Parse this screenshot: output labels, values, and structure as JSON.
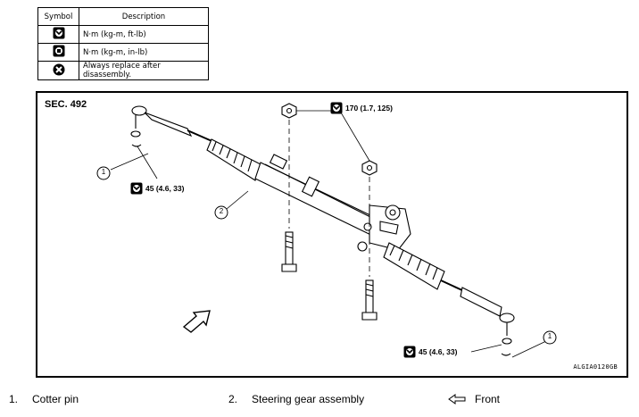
{
  "legend": {
    "header_symbol": "Symbol",
    "header_description": "Description",
    "rows": [
      {
        "icon": "torque-wrench-icon",
        "text": "N·m (kg-m, ft-lb)"
      },
      {
        "icon": "torque-wrench-small-icon",
        "text": "N·m (kg-m, in-lb)"
      },
      {
        "icon": "always-replace-icon",
        "text": "Always replace after disassembly."
      }
    ]
  },
  "diagram": {
    "section": "SEC. 492",
    "code": "ALGIA0120GB",
    "torque_top": "170 (1.7, 125)",
    "torque_left": "45 (4.6, 33)",
    "torque_right": "45 (4.6, 33)",
    "callout_1": "1",
    "callout_2": "2",
    "callout_1b": "1"
  },
  "footer": {
    "item1_num": "1.",
    "item1_label": "Cotter pin",
    "item2_num": "2.",
    "item2_label": "Steering gear assembly",
    "front_label": "Front"
  }
}
